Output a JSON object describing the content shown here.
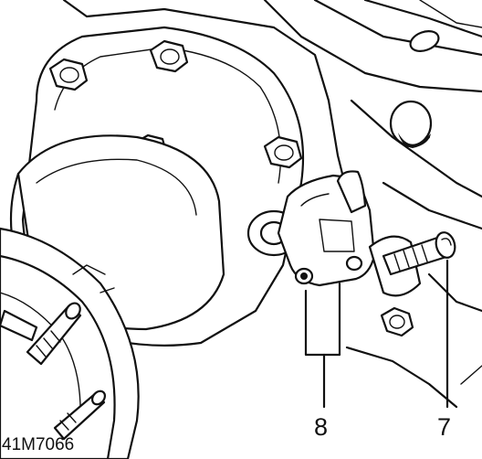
{
  "figure": {
    "reference_code": "41M7066",
    "callouts": [
      {
        "id": "8"
      },
      {
        "id": "7"
      }
    ]
  },
  "colors": {
    "line": "#111111",
    "background": "#ffffff"
  }
}
